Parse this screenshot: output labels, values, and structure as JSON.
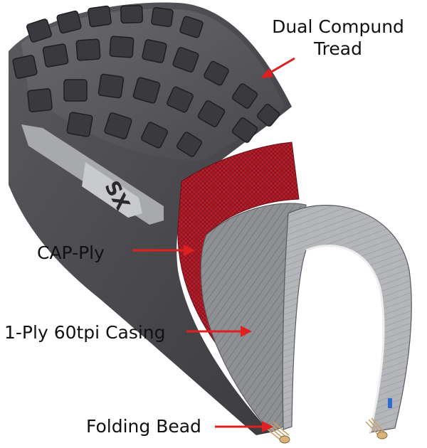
{
  "labels": {
    "tread_line1": "Dual Compund",
    "tread_line2": "Tread",
    "cap_ply": "CAP-Ply",
    "casing": "1-Ply 60tpi Casing",
    "bead": "Folding Bead"
  },
  "sidewall_logo": "SX",
  "colors": {
    "rubber": "#4a4a4e",
    "rubber_dark": "#2e2e31",
    "cap_ply": "#b51f2b",
    "casing": "#8d8e92",
    "bead_wire": "#c9a16a",
    "arrow": "#e02020",
    "text": "#111111"
  }
}
